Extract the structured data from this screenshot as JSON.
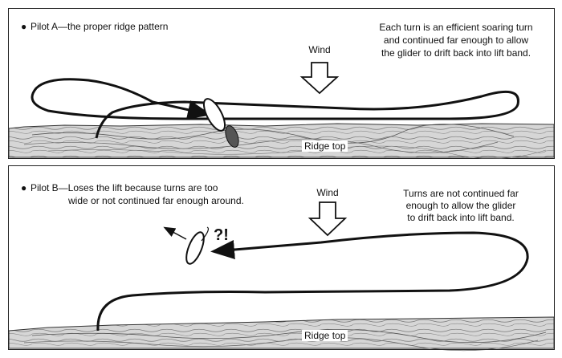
{
  "panel_a": {
    "title": "Pilot A—the proper ridge pattern",
    "wind_label": "Wind",
    "note_lines": [
      "Each turn is an efficient soaring turn",
      "and continued far enough to allow",
      "the glider to drift back into lift band."
    ],
    "ridge_label": "Ridge top"
  },
  "panel_b": {
    "title_line1": "Pilot B—Loses the lift because turns are too",
    "title_line2": "wide or not continued far enough around.",
    "wind_label": "Wind",
    "note_lines": [
      "Turns are not continued far",
      "enough to allow the glider",
      "to drift back into lift band."
    ],
    "ridge_label": "Ridge top",
    "question_mark": "?!"
  },
  "colors": {
    "ink": "#111111",
    "ridge_fill": "#d9d9d9",
    "frame": "#222222"
  }
}
